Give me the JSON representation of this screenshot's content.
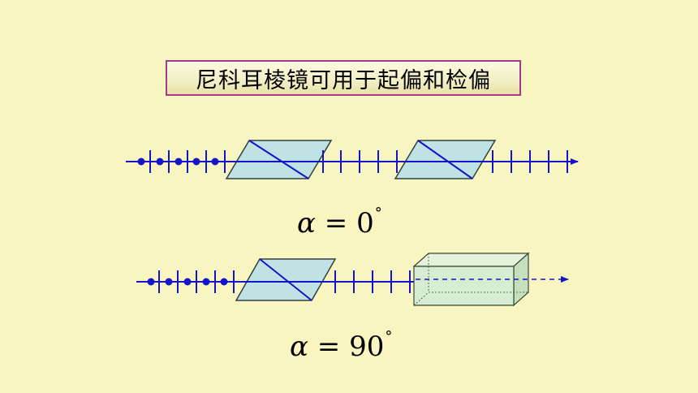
{
  "title": "尼科耳棱镜可用于起偏和检偏",
  "angles": [
    {
      "symbol": "α",
      "equals": "=",
      "value": "0",
      "unit": "°"
    },
    {
      "symbol": "α",
      "equals": "=",
      "value": "90",
      "unit": "°"
    }
  ],
  "colors": {
    "background": "#f9f5c1",
    "beam": "#1414c8",
    "prism_fill": "#bfe3e4",
    "prism_stroke": "#304040",
    "analyzer_fill": "#d7ecd0",
    "title_border": "#a43a8c"
  }
}
